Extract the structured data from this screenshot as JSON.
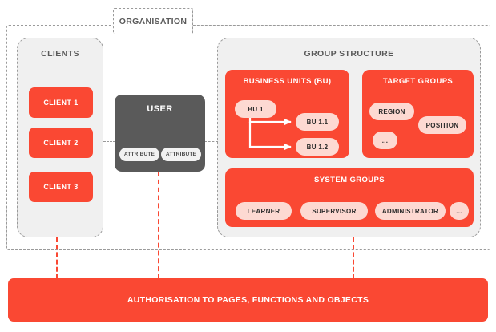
{
  "diagram": {
    "organisation": {
      "label": "ORGANISATION"
    },
    "clients": {
      "title": "CLIENTS",
      "items": [
        {
          "label": "CLIENT 1"
        },
        {
          "label": "CLIENT 2"
        },
        {
          "label": "CLIENT 3"
        }
      ]
    },
    "user": {
      "title": "USER",
      "attributes": [
        {
          "label": "ATTRIBUTE"
        },
        {
          "label": "ATTRIBUTE"
        }
      ]
    },
    "group_structure": {
      "title": "GROUP STRUCTURE",
      "business_units": {
        "title": "BUSINESS UNITS (BU)",
        "parent": {
          "label": "BU 1"
        },
        "children": [
          {
            "label": "BU 1.1"
          },
          {
            "label": "BU 1.2"
          }
        ]
      },
      "target_groups": {
        "title": "TARGET GROUPS",
        "items": [
          {
            "label": "REGION"
          },
          {
            "label": "POSITION"
          },
          {
            "label": "..."
          }
        ]
      },
      "system_groups": {
        "title": "SYSTEM GROUPS",
        "items": [
          {
            "label": "LEARNER"
          },
          {
            "label": "SUPERVISOR"
          },
          {
            "label": "ADMINISTRATOR"
          },
          {
            "label": "..."
          }
        ]
      }
    },
    "authorisation": {
      "label": "AUTHORISATION TO PAGES, FUNCTIONS AND OBJECTS"
    },
    "colors": {
      "accent_red": "#fa4833",
      "pale_pink": "#fdd9d2",
      "panel_gray": "#f0f0f0",
      "dark_gray": "#5a5a5a",
      "dashed_border": "#9a9a9a"
    }
  }
}
